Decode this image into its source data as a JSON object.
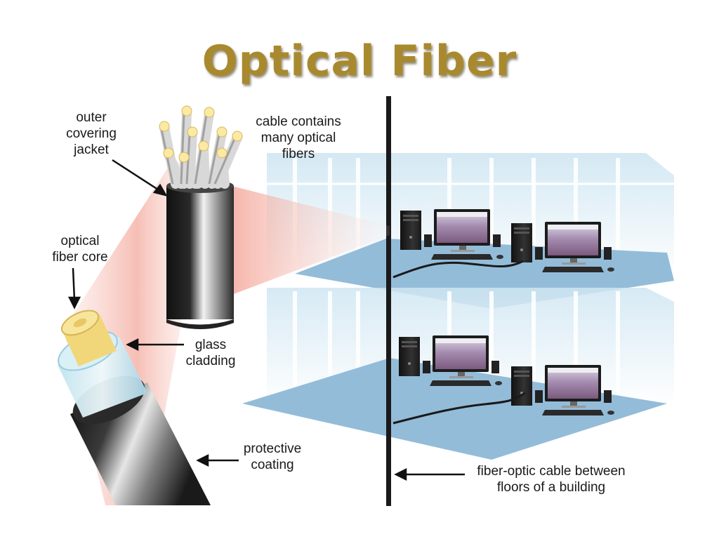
{
  "title": "Optical Fiber",
  "labels": {
    "outer_jacket": [
      "outer",
      "covering",
      "jacket"
    ],
    "many_fibers": [
      "cable contains",
      "many optical",
      "fibers"
    ],
    "fiber_core": [
      "optical",
      "fiber core"
    ],
    "glass_cladding": [
      "glass",
      "cladding"
    ],
    "protective_coating": [
      "protective",
      "coating"
    ],
    "between_floors": [
      "fiber-optic cable between",
      "floors of a building"
    ]
  },
  "colors": {
    "title": "#a8892d",
    "floor": "#93bcd9",
    "core": "#f2d77a",
    "light_beam": "#f4a79b"
  }
}
